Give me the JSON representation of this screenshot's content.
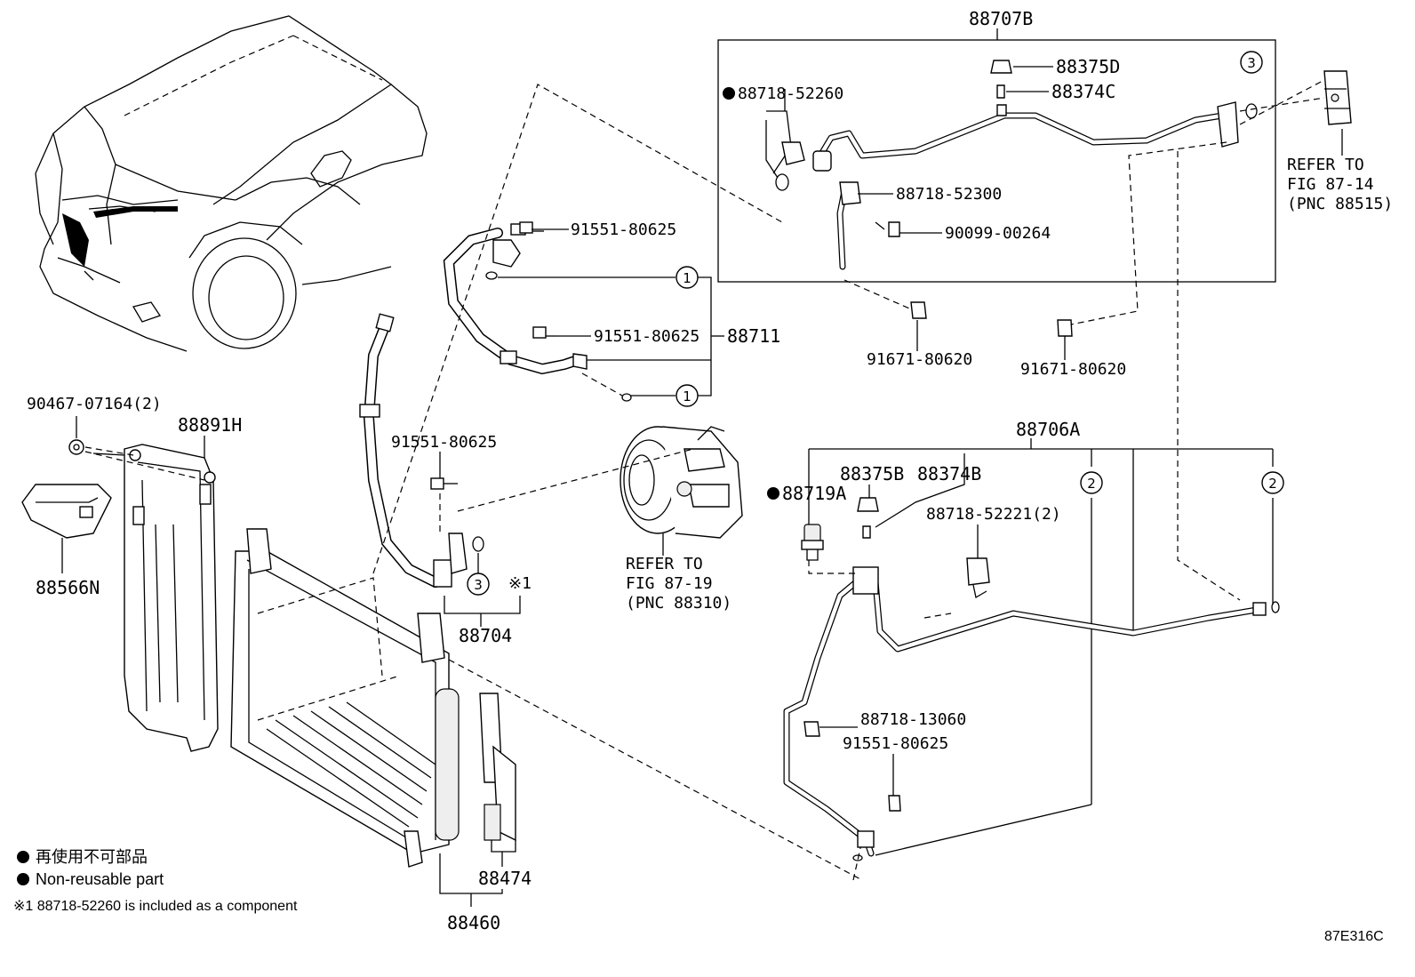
{
  "labels": {
    "p88707B": "88707B",
    "p88375D": "88375D",
    "p88374C": "88374C",
    "p88718_52260": "88718-52260",
    "p88718_52300": "88718-52300",
    "p90099_00264": "90099-00264",
    "p91671_80620_a": "91671-80620",
    "p91671_80620_b": "91671-80620",
    "refer_87_14_l1": "REFER TO",
    "refer_87_14_l2": "FIG 87-14",
    "refer_87_14_l3": "(PNC 88515)",
    "p91551_80625_a": "91551-80625",
    "p91551_80625_b": "91551-80625",
    "p88711": "88711",
    "p90467_07164": "90467-07164(2)",
    "p88891H": "88891H",
    "p88566N": "88566N",
    "p91551_80625_c": "91551-80625",
    "refer_87_19_l1": "REFER TO",
    "refer_87_19_l2": "FIG 87-19",
    "refer_87_19_l3": "(PNC 88310)",
    "p88704": "88704",
    "note_mark": "※1",
    "p88706A": "88706A",
    "p88375B": "88375B",
    "p88374B": "88374B",
    "p88719A": "88719A",
    "p88718_52221": "88718-52221(2)",
    "p88718_13060": "88718-13060",
    "p91551_80625_d": "91551-80625",
    "p88474": "88474",
    "p88460": "88460"
  },
  "callouts": {
    "c1a": "1",
    "c1b": "1",
    "c2a": "2",
    "c2b": "2",
    "c3a": "3",
    "c3b": "3"
  },
  "legend": {
    "jp": "再使用不可部品",
    "en": "Non-reusable part",
    "note": "※1 88718-52260 is included as a component"
  },
  "figure_code": "87E316C"
}
